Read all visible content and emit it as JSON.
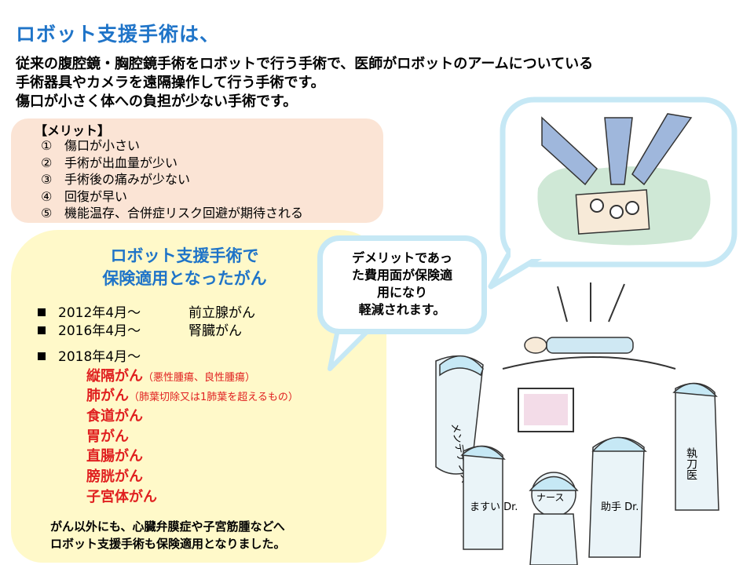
{
  "title": "ロボット支援手術は、",
  "intro": [
    "従来の腹腔鏡・胸腔鏡手術をロボットで行う手術で、医師がロボットのアームについている",
    "手術器具やカメラを遠隔操作して行う手術です。",
    "傷口が小さく体への負担が少ない手術です。"
  ],
  "merit": {
    "heading": "【メリット】",
    "items": [
      {
        "num": "①",
        "text": "傷口が小さい"
      },
      {
        "num": "②",
        "text": "手術が出血量が少い"
      },
      {
        "num": "③",
        "text": "手術後の痛みが少ない"
      },
      {
        "num": "④",
        "text": "回復が早い"
      },
      {
        "num": "⑤",
        "text": "機能温存、合併症リスク回避が期待される"
      }
    ]
  },
  "insurance": {
    "title_line1": "ロボット支援手術で",
    "title_line2": "保険適用となったがん",
    "entries": [
      {
        "date": "2012年4月～",
        "cancer": "前立腺がん"
      },
      {
        "date": "2016年4月～",
        "cancer": "腎臓がん"
      },
      {
        "date": "2018年4月～",
        "cancer": ""
      }
    ],
    "cancers_2018": [
      {
        "name": "縦隔がん",
        "note": "（悪性腫瘍、良性腫瘍）"
      },
      {
        "name": "肺がん",
        "note": "（肺葉切除又は1肺葉を超えるもの）"
      },
      {
        "name": "食道がん",
        "note": ""
      },
      {
        "name": "胃がん",
        "note": ""
      },
      {
        "name": "直腸がん",
        "note": ""
      },
      {
        "name": "膀胱がん",
        "note": ""
      },
      {
        "name": "子宮体がん",
        "note": ""
      }
    ],
    "footer": [
      "がん以外にも、心臓弁膜症や子宮筋腫などへ",
      "ロボット支援手術も保険適用となりました。"
    ]
  },
  "bubble": [
    "デメリットであっ",
    "た費用面が保険適",
    "用になり",
    "軽減されます。"
  ],
  "illustration_labels": {
    "maintenance": "メンテナンス",
    "anesthesia": "ますい Dr.",
    "nurse": "ナース",
    "assistant": "助手 Dr.",
    "surgeon": "執刀医"
  },
  "colors": {
    "title": "#1f74c8",
    "red": "#e02020",
    "merit_bg": "#fbe4d5",
    "yellow_bg": "#fff9c9",
    "bubble_border": "#c6e8f5"
  }
}
